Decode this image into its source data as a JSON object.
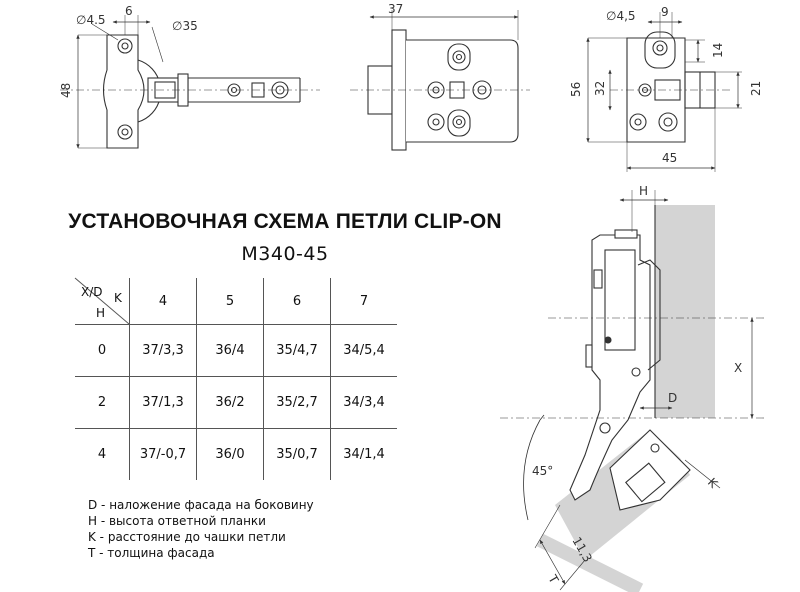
{
  "top_views": {
    "left": {
      "hole_dia": "∅4.5",
      "offset": "6",
      "cup_dia": "∅35",
      "height": "48"
    },
    "middle": {
      "width": "37"
    },
    "right": {
      "hole_dia": "∅4,5",
      "offset": "9",
      "d14": "14",
      "d56": "56",
      "d32": "32",
      "d21": "21",
      "d45": "45"
    }
  },
  "title": "УСТАНОВОЧНАЯ СХЕМА ПЕТЛИ CLIP-ON",
  "model": "M340-45",
  "table": {
    "corner": {
      "xd": "X/D",
      "k": "K",
      "h": "H"
    },
    "columns": [
      "4",
      "5",
      "6",
      "7"
    ],
    "rows": [
      {
        "h": "0",
        "cells": [
          "37/3,3",
          "36/4",
          "35/4,7",
          "34/5,4"
        ]
      },
      {
        "h": "2",
        "cells": [
          "37/1,3",
          "36/2",
          "35/2,7",
          "34/3,4"
        ]
      },
      {
        "h": "4",
        "cells": [
          "37/-0,7",
          "36/0",
          "35/0,7",
          "34/1,4"
        ]
      }
    ]
  },
  "legend": [
    "D - наложение фасада на боковину",
    "H - высота ответной планки",
    "K - расстояние до чашки петли",
    "T - толщина фасада"
  ],
  "side_view": {
    "h": "H",
    "x": "X",
    "d": "D",
    "angle": "45°",
    "offset": "11,3",
    "k": "K",
    "t": "T"
  },
  "colors": {
    "line": "#333333",
    "panel": "#d4d4d4",
    "table_line": "#555555"
  }
}
